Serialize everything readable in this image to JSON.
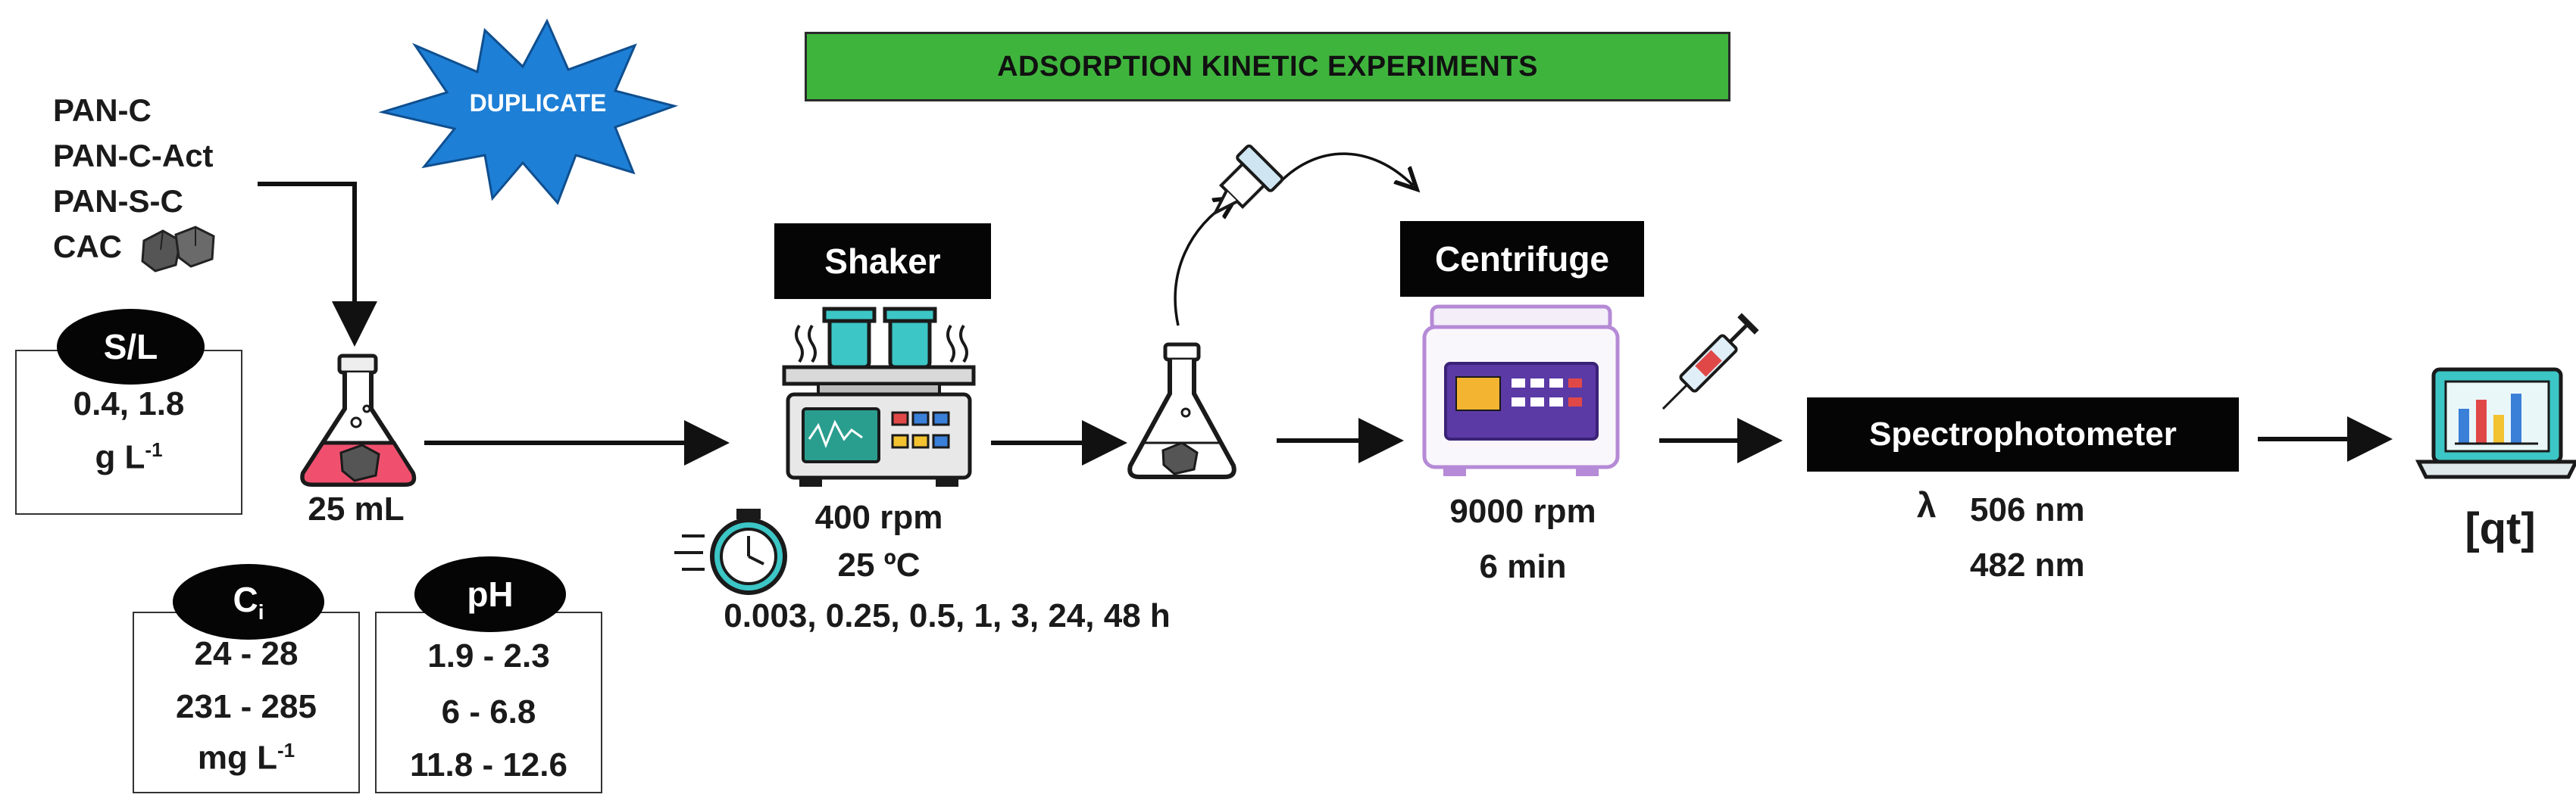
{
  "title": "ADSORPTION KINETIC EXPERIMENTS",
  "duplicate": "DUPLICATE",
  "materials": [
    "PAN-C",
    "PAN-C-Act",
    "PAN-S-C",
    "CAC"
  ],
  "sl": {
    "label": "S/L",
    "value": "0.4, 1.8",
    "unit_base": "g L",
    "unit_exp": "-1"
  },
  "flask": {
    "volume": "25 mL"
  },
  "ci": {
    "label_base": "C",
    "label_sub": "i",
    "values": [
      "24 - 28",
      "231 - 285"
    ],
    "unit_base": "mg L",
    "unit_exp": "-1"
  },
  "ph": {
    "label": "pH",
    "values": [
      "1.9 - 2.3",
      "6 - 6.8",
      "11.8 - 12.6"
    ]
  },
  "shaker": {
    "label": "Shaker",
    "speed": "400 rpm",
    "temperature": "25 ºC",
    "times": "0.003, 0.25, 0.5, 1, 3, 24, 48 h"
  },
  "centrifuge": {
    "label": "Centrifuge",
    "speed": "9000 rpm",
    "time": "6 min"
  },
  "spectro": {
    "label": "Spectrophotometer",
    "lambda": "λ",
    "wavelengths": [
      "506 nm",
      "482 nm"
    ]
  },
  "result": "[qt]",
  "colors": {
    "title_bg": "#3fb43d",
    "burst": "#1e7fd6",
    "flask_liquid": "#f0506e",
    "teal": "#3cc6c6",
    "centrifuge_purple": "#b58ad6"
  }
}
